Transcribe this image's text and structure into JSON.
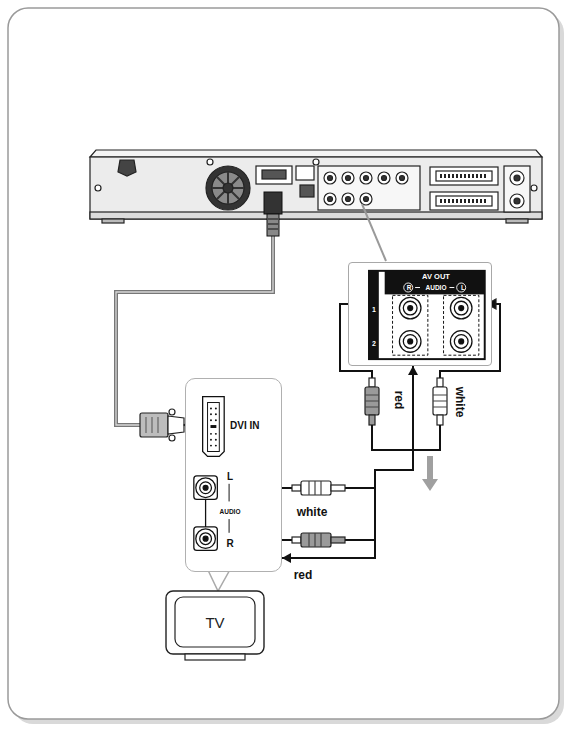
{
  "diagram": {
    "nodes": [
      {
        "text": [
          "AV OUT",
          "R",
          "AUDIO",
          "L",
          "1",
          "2"
        ]
      },
      {
        "text": [
          "DVI IN",
          "L",
          "AUDIO",
          "R"
        ]
      },
      {
        "text": [
          "TV"
        ]
      }
    ],
    "edges": [
      {
        "from": 0,
        "to": 1,
        "arrow": "both"
      }
    ],
    "labels": [
      "red",
      "white",
      "white",
      "red"
    ]
  }
}
